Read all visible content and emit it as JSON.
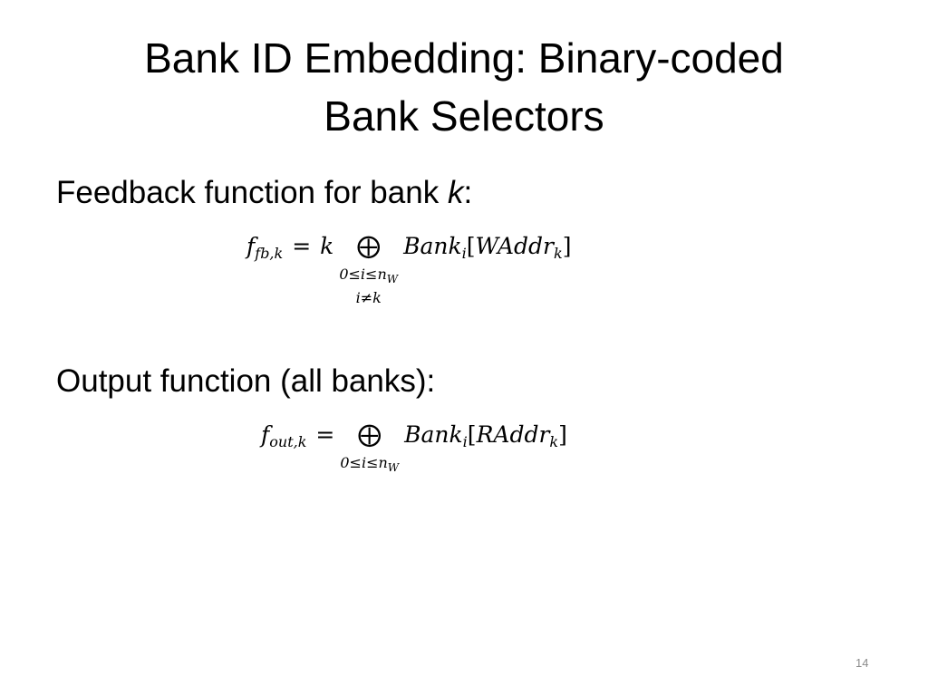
{
  "slide": {
    "title_line1": "Bank ID Embedding: Binary-coded",
    "title_line2": "Bank Selectors",
    "page_number": "14"
  },
  "bullets": {
    "feedback_text": "Feedback function for bank ",
    "feedback_var": "k",
    "feedback_colon": ":",
    "output_text": "Output function (all banks):"
  },
  "formula_feedback": {
    "lhs_symbol": "f",
    "lhs_subscript": "fb,k",
    "equals": "=",
    "coefficient": "k",
    "operator": "⨁",
    "limit_line1_prefix": "0≤i≤n",
    "limit_line1_subscript": "W",
    "limit_line2": "i≠k",
    "term_name": "Bank",
    "term_subscript": "i",
    "open_bracket": "[",
    "address_name": "WAddr",
    "address_subscript": "k",
    "close_bracket": "]"
  },
  "formula_output": {
    "lhs_symbol": "f",
    "lhs_subscript": "out,k",
    "equals": "=",
    "operator": "⨁",
    "limit_line1_prefix": "0≤i≤n",
    "limit_line1_subscript": "W",
    "term_name": "Bank",
    "term_subscript": "i",
    "open_bracket": "[",
    "address_name": "RAddr",
    "address_subscript": "k",
    "close_bracket": "]"
  }
}
